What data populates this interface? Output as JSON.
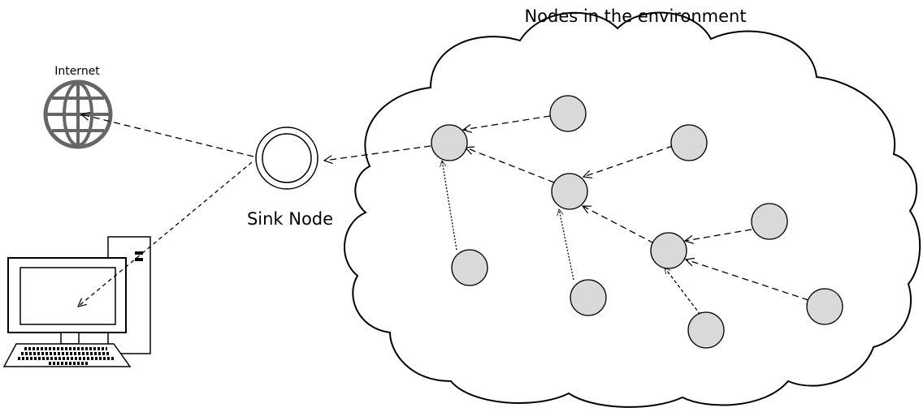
{
  "labels": {
    "cloud_title": "Nodes in the environment",
    "sink": "Sink Node",
    "internet": "Internet"
  },
  "colors": {
    "node_fill": "#d9d9d9",
    "stroke": "#000000",
    "background": "#ffffff"
  },
  "icons": [
    "globe-icon",
    "computer-icon"
  ]
}
